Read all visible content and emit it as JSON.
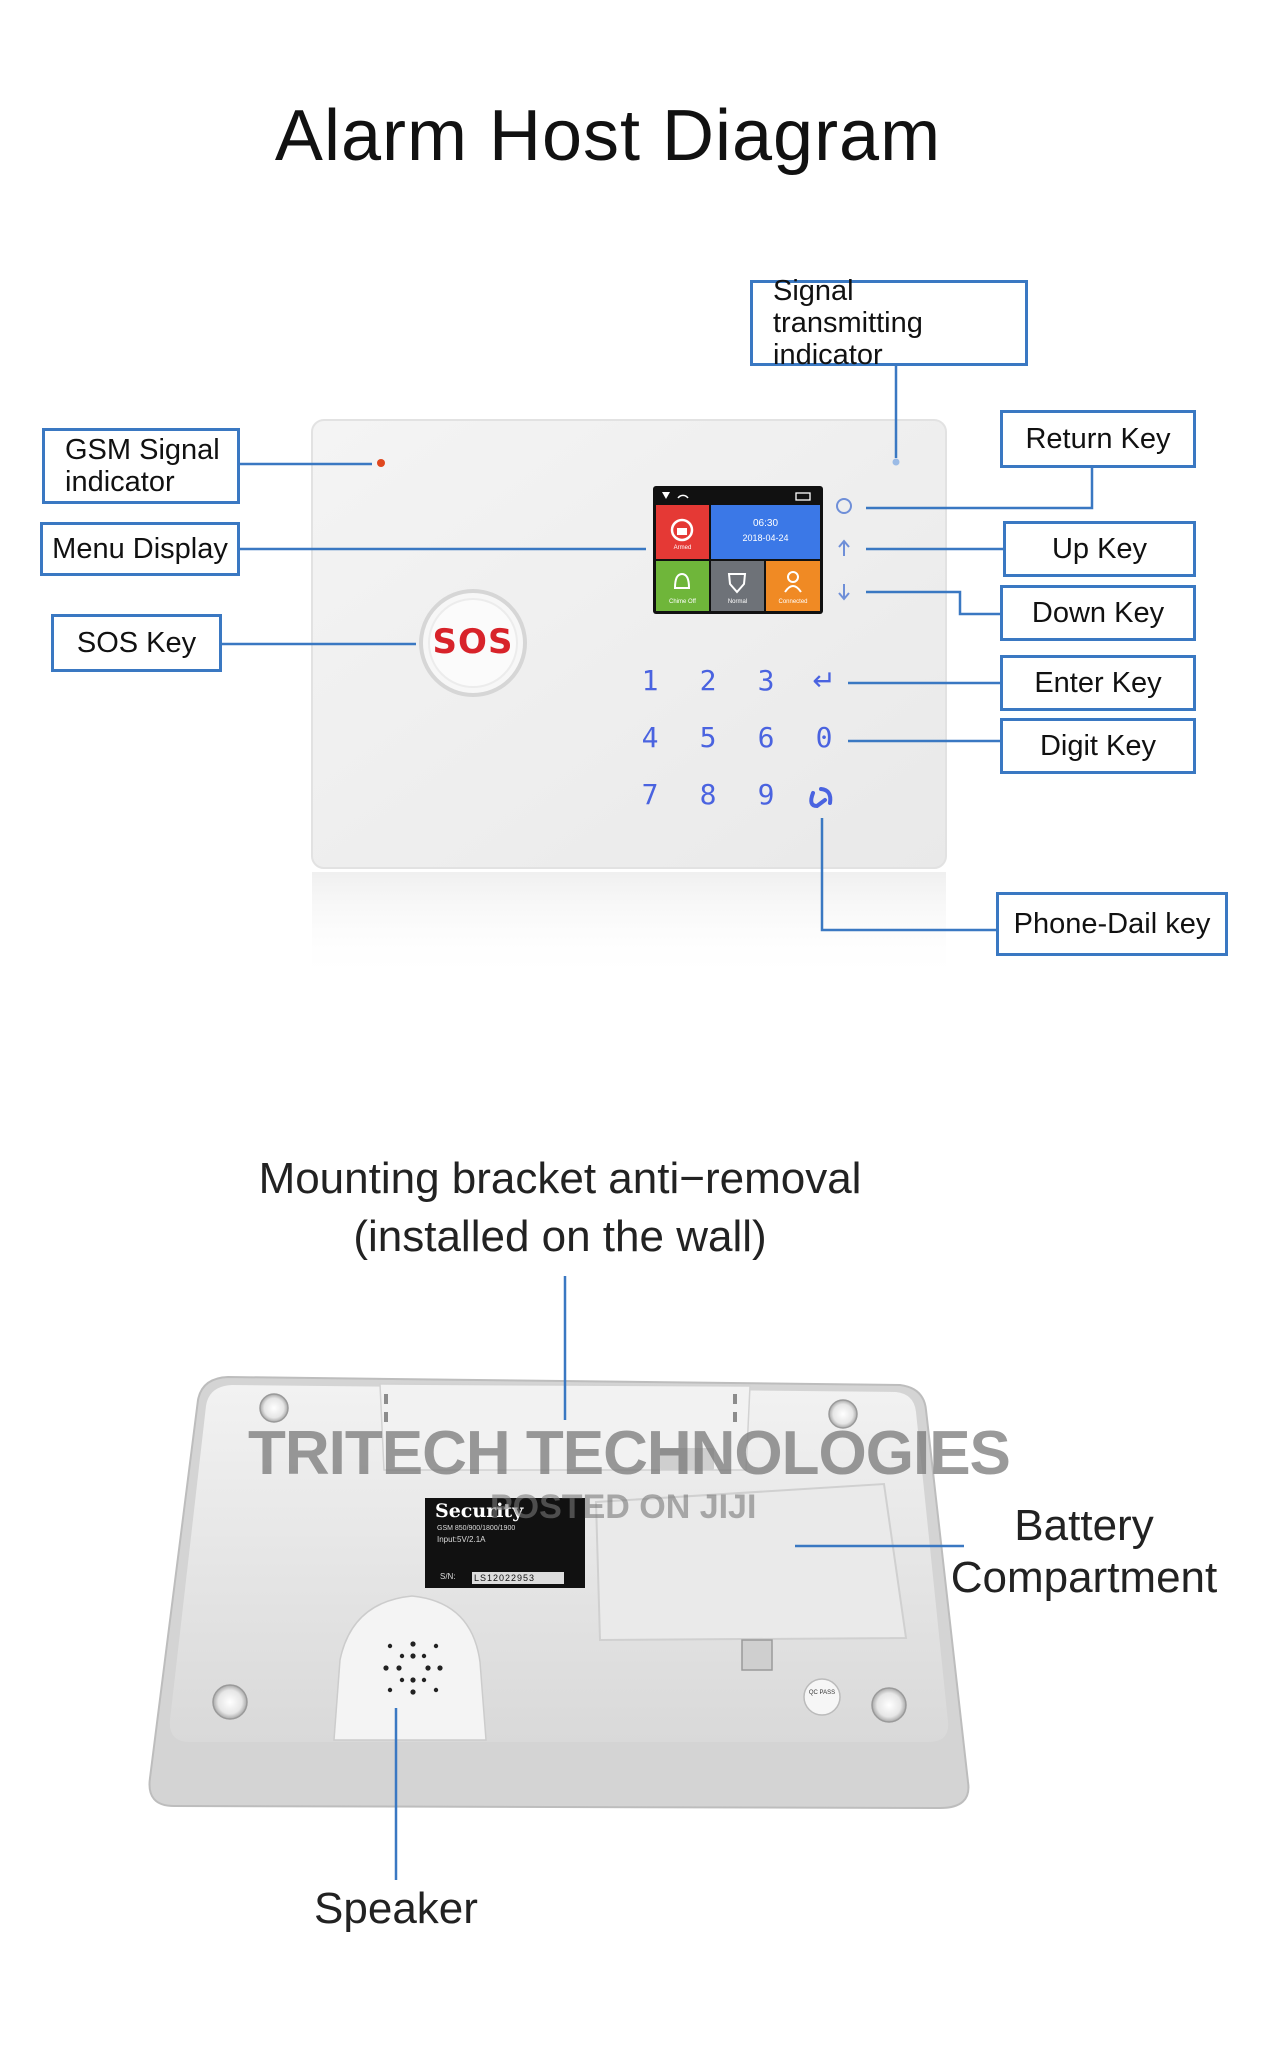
{
  "title": "Alarm Host Diagram",
  "front_panel": {
    "sos_label": "SOS",
    "screen": {
      "time": "06:30",
      "date": "2018-04-24",
      "tiles": [
        "Armed",
        "Chime Off",
        "Normal",
        "Connected"
      ]
    },
    "keypad": [
      "1",
      "2",
      "3",
      "↵",
      "4",
      "5",
      "6",
      "0",
      "7",
      "8",
      "9"
    ]
  },
  "callouts": {
    "signal_transmitting": "Signal transmitting indicator",
    "gsm_signal": "GSM Signal indicator",
    "menu_display": "Menu Display",
    "sos_key": "SOS Key",
    "return_key": "Return Key",
    "up_key": "Up Key",
    "down_key": "Down Key",
    "enter_key": "Enter Key",
    "digit_key": "Digit Key",
    "phone_dial_key": "Phone-Dail key"
  },
  "back_panel": {
    "mounting_line1": "Mounting bracket anti−removal",
    "mounting_line2": "(installed on the wall)",
    "battery_line1": "Battery",
    "battery_line2": "Compartment",
    "speaker": "Speaker",
    "sticker": {
      "brand": "Security",
      "spec1": "GSM 850/900/1800/1900",
      "spec2": "Input:5V/2.1A",
      "sn_label": "S/N:",
      "sn": "LS12022953"
    },
    "qc": "QC PASS"
  },
  "watermark": {
    "line1": "TRITECH TECHNOLOGIES",
    "line2": "POSTED ON JIJI"
  },
  "colors": {
    "callout_blue": "#3a78c2",
    "sos_red": "#d8232a",
    "key_blue": "#4a63e0",
    "tile_red": "#e53935",
    "tile_blue": "#3b78e7",
    "tile_green": "#6fb63a",
    "tile_gray": "#6e7278",
    "tile_orange": "#f08a24"
  }
}
